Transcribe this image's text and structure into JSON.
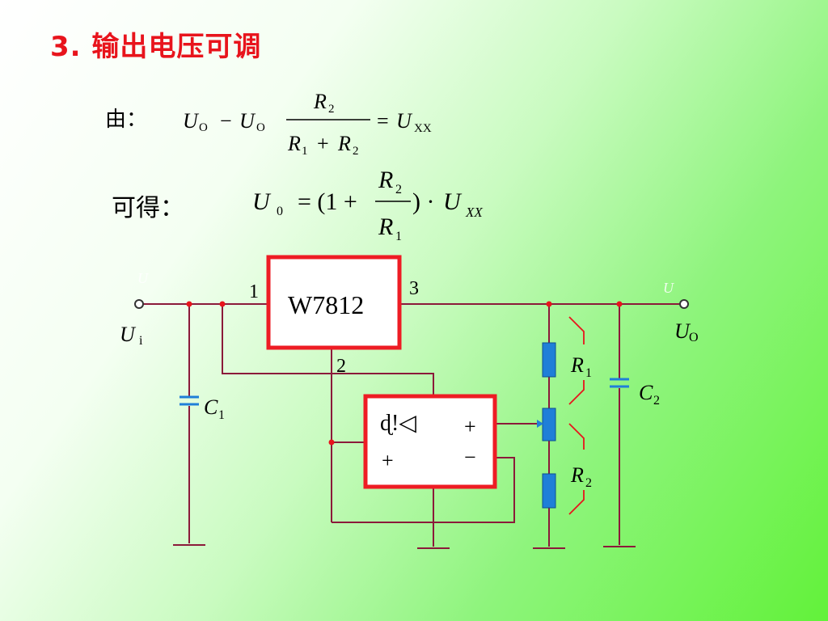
{
  "title": "3.  输出电压可调",
  "label_you": "由：",
  "label_kede": "可得：",
  "eq1": {
    "u": "U",
    "sub_o": "O",
    "minus": "−",
    "r2": "R",
    "sub2": "2",
    "r1": "R",
    "sub1": "1",
    "plus": "+",
    "equals": "=",
    "sub_xx": "XX"
  },
  "eq2": {
    "u": "U",
    "sub_0": "0",
    "equals_open": "= (1 +",
    "close_dot": ") ·",
    "r2": "R",
    "sub2": "2",
    "r1": "R",
    "sub1": "1",
    "sub_xx": "XX"
  },
  "circuit": {
    "ic_name": "W7812",
    "pin1": "1",
    "pin2": "2",
    "pin3": "3",
    "ui": "U",
    "ui_sub": "i",
    "uo": "U",
    "uo_sub": "O",
    "faint_left": "U",
    "faint_right": "U",
    "c1": "C",
    "c1_sub": "1",
    "c2": "C",
    "c2_sub": "2",
    "r1": "R",
    "r1_sub": "1",
    "r2": "R",
    "r2_sub": "2",
    "opamp_symbol": "ɖ!◁",
    "opamp_plus_left": "+",
    "opamp_plus_right": "+",
    "opamp_minus_right": "−"
  },
  "colors": {
    "title": "#e8141c",
    "wire": "#8b1a3a",
    "box": "#ee1c24",
    "resistor": "#1f7fd8",
    "node": "#e8141c"
  }
}
